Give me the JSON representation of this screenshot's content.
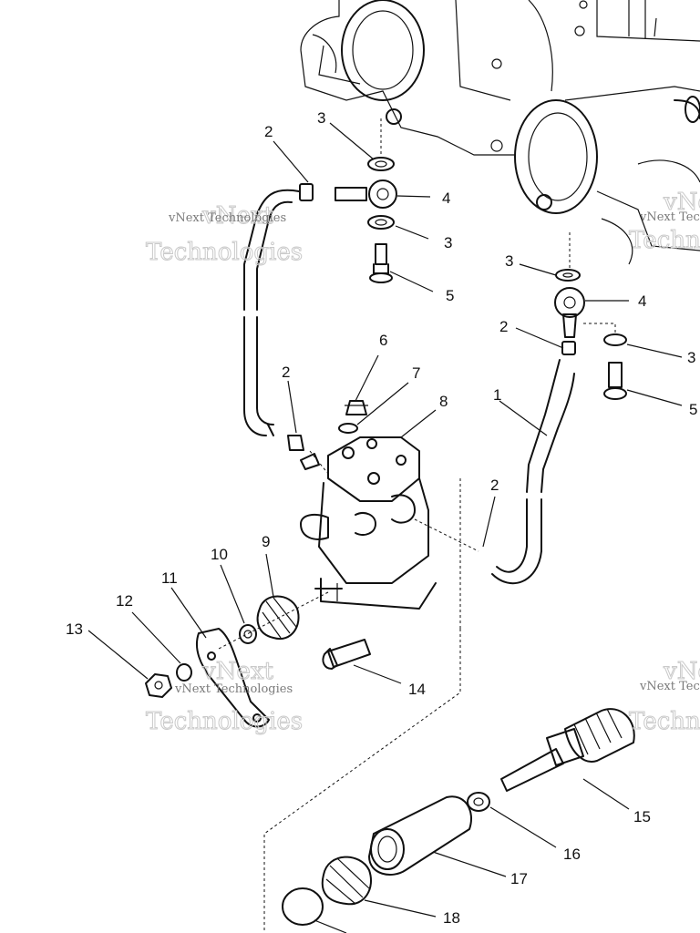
{
  "diagram": {
    "watermark_brand": "vNext",
    "watermark_company": "Technologies",
    "watermark_full": "vNext Technologies",
    "callouts": [
      {
        "id": "c1",
        "label": "1"
      },
      {
        "id": "c2a",
        "label": "2"
      },
      {
        "id": "c2b",
        "label": "2"
      },
      {
        "id": "c2c",
        "label": "2"
      },
      {
        "id": "c2d",
        "label": "2"
      },
      {
        "id": "c3a",
        "label": "3"
      },
      {
        "id": "c3b",
        "label": "3"
      },
      {
        "id": "c3c",
        "label": "3"
      },
      {
        "id": "c3d",
        "label": "3"
      },
      {
        "id": "c4a",
        "label": "4"
      },
      {
        "id": "c4b",
        "label": "4"
      },
      {
        "id": "c5a",
        "label": "5"
      },
      {
        "id": "c5b",
        "label": "5"
      },
      {
        "id": "c6",
        "label": "6"
      },
      {
        "id": "c7",
        "label": "7"
      },
      {
        "id": "c8",
        "label": "8"
      },
      {
        "id": "c9",
        "label": "9"
      },
      {
        "id": "c10",
        "label": "10"
      },
      {
        "id": "c11",
        "label": "11"
      },
      {
        "id": "c12",
        "label": "12"
      },
      {
        "id": "c13",
        "label": "13"
      },
      {
        "id": "c14",
        "label": "14"
      },
      {
        "id": "c15",
        "label": "15"
      },
      {
        "id": "c16",
        "label": "16"
      },
      {
        "id": "c17",
        "label": "17"
      },
      {
        "id": "c18",
        "label": "18"
      }
    ]
  }
}
